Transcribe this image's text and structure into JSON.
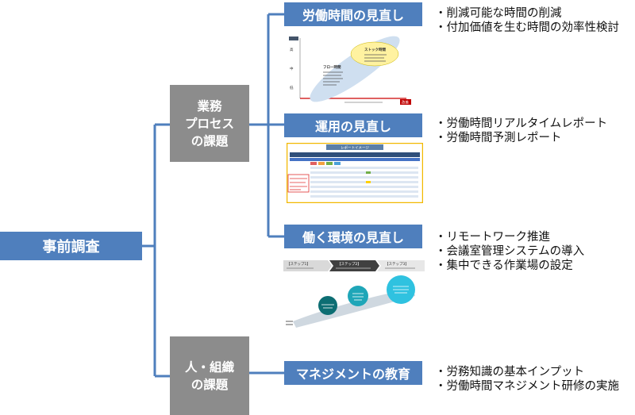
{
  "root": {
    "label": "事前調査"
  },
  "categories": [
    {
      "label_lines": [
        "業務",
        "プロセス",
        "の課題"
      ]
    },
    {
      "label_lines": [
        "人・組織",
        "の課題"
      ]
    }
  ],
  "topics": [
    {
      "label": "労働時間の見直し",
      "bullets": [
        "削減可能な時間の削減",
        "付加価値を生む時間の効率性検討"
      ]
    },
    {
      "label": "運用の見直し",
      "bullets": [
        "労働時間リアルタイムレポート",
        "労働時間予測レポート"
      ]
    },
    {
      "label": "働く環境の見直し",
      "bullets": [
        "リモートワーク推進",
        "会議室管理システムの導入",
        "集中できる作業場の設定"
      ]
    },
    {
      "label": "マネジメントの教育",
      "bullets": [
        "労務知識の基本インプット",
        "労働時間マネジメント研修の実施"
      ]
    }
  ],
  "thumbnails": {
    "labor_chart": {
      "bubble_flow": "フロー時間",
      "bubble_stock": "ストック時間",
      "button": "改善"
    },
    "report": {
      "title": "レポートイメージ"
    },
    "steps": {
      "step1": "【ステップ1】",
      "step2": "【ステップ2】",
      "step3": "【ステップ3】"
    }
  },
  "colors": {
    "blue": "#4f7fbd",
    "gray": "#8c8c8c",
    "line": "#4f7fbd"
  }
}
